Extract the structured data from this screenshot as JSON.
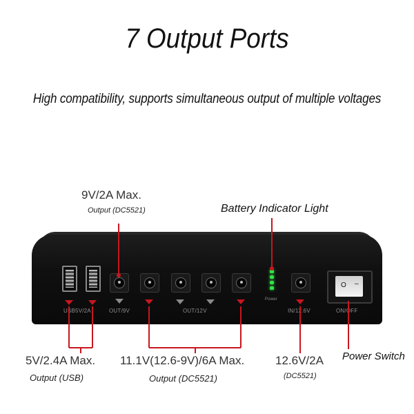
{
  "heading": {
    "title": "7 Output Ports",
    "subtitle": "High compatibility, supports simultaneous output of multiple voltages"
  },
  "callouts": {
    "top_dc_value": "9V/2A Max.",
    "top_dc_note": "Output (DC5521)",
    "battery_label": "Battery Indicator Light",
    "usb_value": "5V/2.4A Max.",
    "usb_note": "Output (USB)",
    "dc12_value": "11.1V(12.6-9V)/6A Max.",
    "dc12_note": "Output (DC5521)",
    "input_value": "12.6V/2A",
    "input_note": "(DC5521)",
    "switch_label": "Power Switch"
  },
  "device": {
    "usb_text": "USB5V/2A",
    "out9_text": "OUT/9V",
    "out12_text": "OUT/12V",
    "power_text": "Power",
    "in_text": "IN/12.6V",
    "onoff_text": "ON/OFF",
    "switch_off": "O",
    "switch_on": "–"
  },
  "colors": {
    "callout_red": "#c8161e",
    "led_green": "#35e04a",
    "device_body": "#101010"
  }
}
